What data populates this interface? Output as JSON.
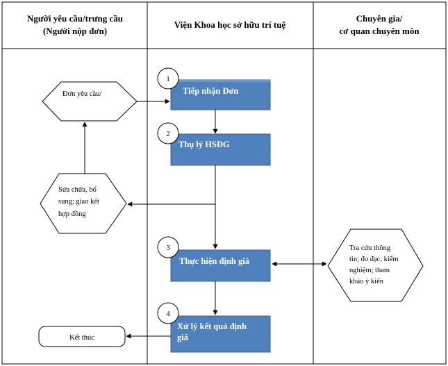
{
  "columns": {
    "left_line1": "Người yêu cầu/trưng cầu",
    "left_line2": "(Người nộp đơn)",
    "middle": "Viện Khoa học sở hữu trí tuệ",
    "right_line1": "Chuyên gia/",
    "right_line2": "cơ quan chuyên môn"
  },
  "steps": [
    {
      "number": "1",
      "label": "Tiếp nhận Đơn"
    },
    {
      "number": "2",
      "label": "Thụ lý HSĐG"
    },
    {
      "number": "3",
      "label": "Thực hiện định giá"
    },
    {
      "number": "4",
      "label_line1": "Xử lý kết quả định",
      "label_line2": "giá"
    }
  ],
  "left_nodes": {
    "request": "Đơn yêu cầu/",
    "amend_line1": "Sửa chữa,  bổ",
    "amend_line2": "sung; giao kết",
    "amend_line3": "hợp đồng",
    "end": "Kết thúc"
  },
  "right_node": {
    "line1": "Tra cứu thông",
    "line2": "tin; đo đạc,  kiểm",
    "line3": "nghiệm; tham",
    "line4": "khảo ý kiến"
  },
  "colors": {
    "box_fill": "#4F81BD",
    "box_stroke": "#385D8A",
    "line": "#000000"
  }
}
